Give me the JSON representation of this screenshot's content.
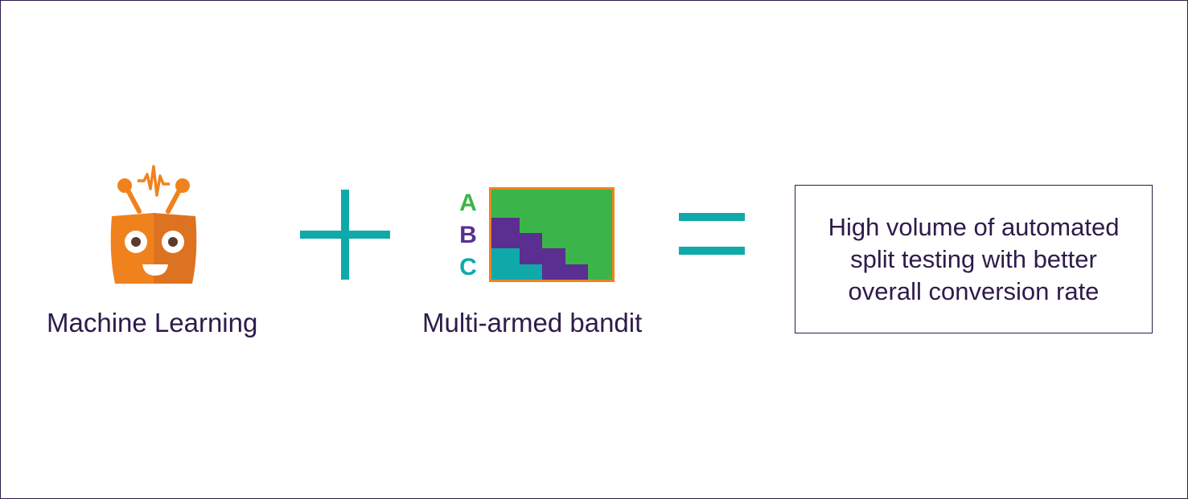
{
  "diagram": {
    "left_item": {
      "label": "Machine Learning",
      "icon": "robot-icon"
    },
    "operator_plus": "plus-icon",
    "middle_item": {
      "label": "Multi-armed bandit",
      "icon": "bandit-grid-icon",
      "arms": [
        {
          "letter": "A",
          "color": "#3bb54a"
        },
        {
          "letter": "B",
          "color": "#5b2e91"
        },
        {
          "letter": "C",
          "color": "#10a9a9"
        }
      ]
    },
    "operator_equals": "equals-icon",
    "result": {
      "lines": [
        "High volume of automated",
        "split testing with better",
        "overall conversion rate"
      ]
    }
  },
  "colors": {
    "text": "#2e1b4a",
    "teal": "#10a9a9",
    "green": "#3bb54a",
    "purple": "#5b2e91",
    "orange": "#f0821e",
    "orange_dark": "#dd7321"
  }
}
